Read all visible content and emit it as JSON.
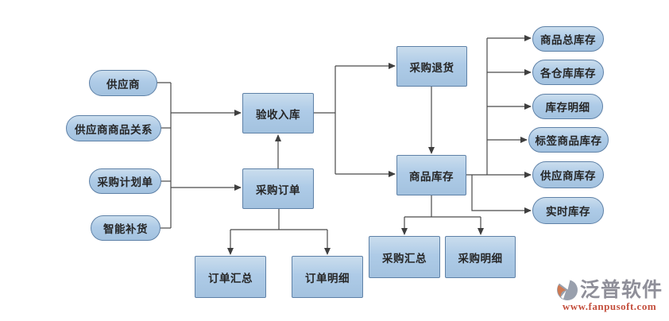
{
  "nodes": {
    "supplier": "供应商",
    "supplier_product_relation": "供应商商品关系",
    "purchase_plan": "采购计划单",
    "smart_replenishment": "智能补货",
    "receiving_warehousing": "验收入库",
    "purchase_order": "采购订单",
    "order_summary": "订单汇总",
    "order_detail": "订单明细",
    "purchase_return": "采购退货",
    "product_inventory": "商品库存",
    "purchase_summary": "采购汇总",
    "purchase_detail": "采购明细",
    "total_product_inventory": "商品总库存",
    "warehouse_inventory": "各仓库库存",
    "inventory_detail": "库存明细",
    "tag_product_inventory": "标签商品库存",
    "supplier_inventory": "供应商库存",
    "realtime_inventory": "实时库存"
  },
  "edges": [
    {
      "from": "供应商",
      "to": "验收入库"
    },
    {
      "from": "供应商商品关系",
      "to": "验收入库"
    },
    {
      "from": "采购计划单",
      "to": "采购订单"
    },
    {
      "from": "智能补货",
      "to": "采购订单"
    },
    {
      "from": "采购订单",
      "to": "验收入库"
    },
    {
      "from": "采购订单",
      "to": "订单汇总"
    },
    {
      "from": "采购订单",
      "to": "订单明细"
    },
    {
      "from": "验收入库",
      "to": "采购退货"
    },
    {
      "from": "验收入库",
      "to": "商品库存"
    },
    {
      "from": "采购退货",
      "to": "商品库存"
    },
    {
      "from": "商品库存",
      "to": "采购汇总"
    },
    {
      "from": "商品库存",
      "to": "采购明细"
    },
    {
      "from": "商品库存",
      "to": "商品总库存"
    },
    {
      "from": "商品库存",
      "to": "各仓库库存"
    },
    {
      "from": "商品库存",
      "to": "库存明细"
    },
    {
      "from": "商品库存",
      "to": "标签商品库存"
    },
    {
      "from": "商品库存",
      "to": "供应商库存"
    },
    {
      "from": "商品库存",
      "to": "实时库存"
    }
  ],
  "watermark": {
    "brand": "泛普软件",
    "url": "www.fanpusoft.com"
  },
  "colors": {
    "node_fill_top": "#cadded",
    "node_fill_bottom": "#a3c2df",
    "node_border": "#5e81a7",
    "node_text": "#262626",
    "connector": "#4a4a4a",
    "brand_gray": "#8f8f99",
    "brand_orange": "#cf7a52",
    "brand_url_red": "#c4503e"
  }
}
